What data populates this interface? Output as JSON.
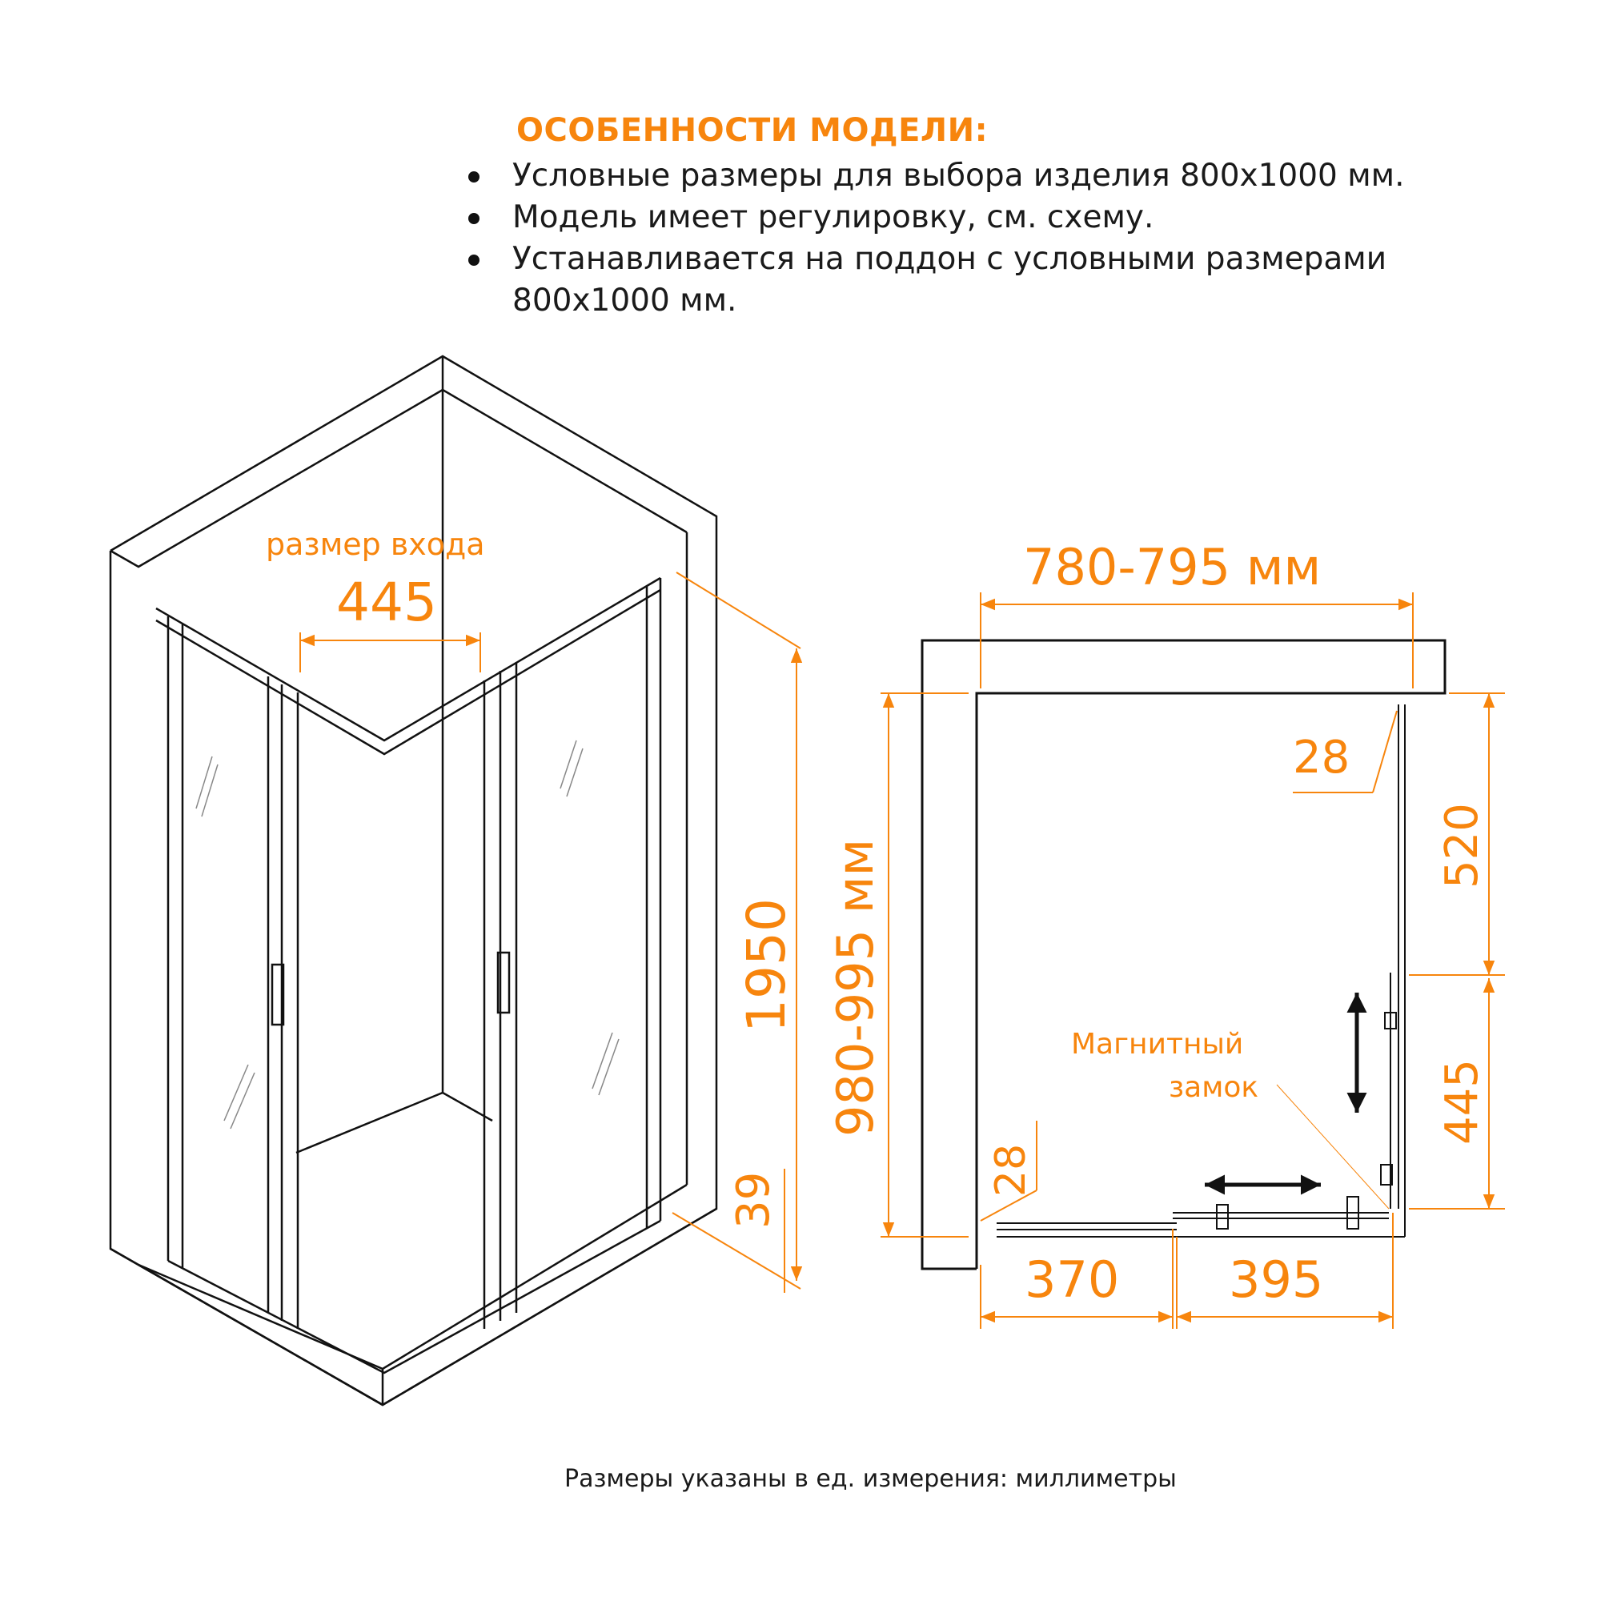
{
  "features": {
    "title": "ОСОБЕННОСТИ МОДЕЛИ:",
    "items": [
      "Условные размеры для выбора изделия 800x1000 мм.",
      "Модель имеет регулировку, см. схему.",
      "Устанавливается на поддон с условными размерами 800x1000 мм."
    ]
  },
  "iso_view": {
    "entry_label": "размер входа",
    "entry_width": "445",
    "height": "1950",
    "base_height": "39"
  },
  "plan_view": {
    "width_range": "780-795 мм",
    "depth_range": "980-995 мм",
    "top_gap": "28",
    "side_gap": "28",
    "fixed_panel_side": "520",
    "sliding_panel_side": "445",
    "fixed_panel_front": "370",
    "sliding_panel_front": "395",
    "magnet_label_1": "Магнитный",
    "magnet_label_2": "замок"
  },
  "colors": {
    "accent": "#f7850d",
    "line": "#111111"
  },
  "footer": "Размеры указаны в ед. измерения: миллиметры"
}
